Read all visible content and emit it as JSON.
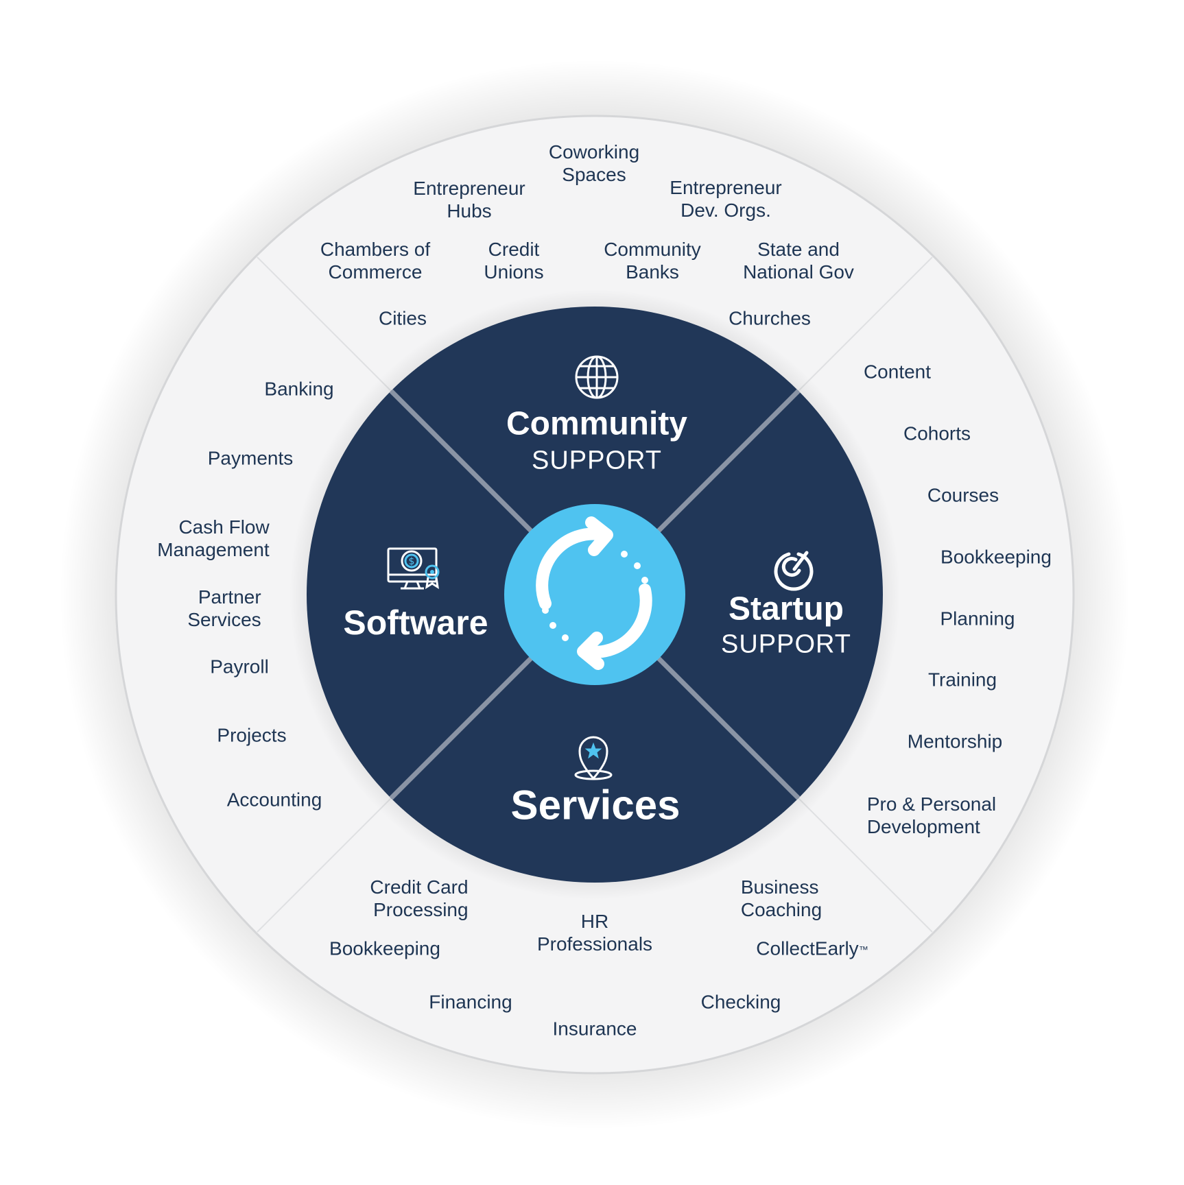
{
  "colors": {
    "outer_ring": "#f4f4f5",
    "outer_stroke": "#d5d6d8",
    "inner_disc": "#213758",
    "divider": "#8a94a5",
    "center": "#4fc3f0",
    "text": "#1e3553"
  },
  "quadrants": {
    "community": {
      "title": "Community",
      "subtitle": "SUPPORT",
      "icon": "globe-icon"
    },
    "startup": {
      "title": "Startup",
      "subtitle": "SUPPORT",
      "icon": "check-circle-icon"
    },
    "services": {
      "title": "Services",
      "icon": "map-pin-star-icon"
    },
    "software": {
      "title": "Software",
      "icon": "computer-dollar-icon"
    },
    "center_icon": "refresh-cycle-icon"
  },
  "community_items": [
    [
      "Coworking",
      "Spaces"
    ],
    [
      "Entrepreneur",
      "Hubs"
    ],
    [
      "Entrepreneur",
      "Dev. Orgs."
    ],
    [
      "Chambers of",
      "Commerce"
    ],
    [
      "Credit",
      "Unions"
    ],
    [
      "Community",
      "Banks"
    ],
    [
      "State and",
      "National Gov"
    ],
    [
      "Cities"
    ],
    [
      "Churches"
    ]
  ],
  "startup_items": [
    [
      "Content"
    ],
    [
      "Cohorts"
    ],
    [
      "Courses"
    ],
    [
      "Bookkeeping"
    ],
    [
      "Planning"
    ],
    [
      "Training"
    ],
    [
      "Mentorship"
    ],
    [
      "Pro & Personal",
      "Development"
    ]
  ],
  "services_items": [
    [
      "Credit Card",
      "Processing"
    ],
    [
      "Business",
      "Coaching"
    ],
    [
      "HR",
      "Professionals"
    ],
    [
      "Bookkeeping"
    ],
    [
      "CollectEarly"
    ],
    [
      "Financing"
    ],
    [
      "Checking"
    ],
    [
      "Insurance"
    ]
  ],
  "software_items": [
    [
      "Banking"
    ],
    [
      "Payments"
    ],
    [
      "Cash Flow",
      "Management"
    ],
    [
      "Partner",
      "Services"
    ],
    [
      "Payroll"
    ],
    [
      "Projects"
    ],
    [
      "Accounting"
    ]
  ],
  "trademark": "™"
}
